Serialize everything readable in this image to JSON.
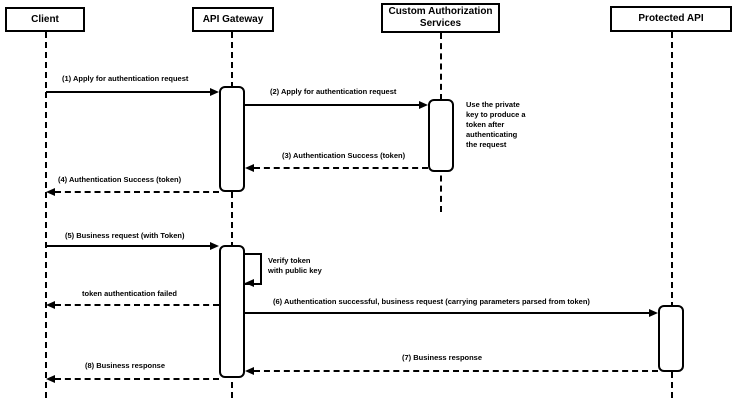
{
  "diagram": {
    "type": "sequence-diagram",
    "colors": {
      "stroke": "#000000",
      "background": "#ffffff",
      "text": "#000000"
    },
    "participants": [
      {
        "label": "Client"
      },
      {
        "label": "API Gateway"
      },
      {
        "label": "Custom Authorization Services"
      },
      {
        "label": "Protected API"
      }
    ],
    "messages": [
      {
        "label": "(1) Apply for authentication request",
        "from": "Client",
        "to": "API Gateway",
        "style": "solid"
      },
      {
        "label": "(2) Apply for authentication request",
        "from": "API Gateway",
        "to": "Custom Authorization Services",
        "style": "solid"
      },
      {
        "label": "(3) Authentication Success (token)",
        "from": "Custom Authorization Services",
        "to": "API Gateway",
        "style": "dashed"
      },
      {
        "label": "(4) Authentication Success (token)",
        "from": "API Gateway",
        "to": "Client",
        "style": "dashed"
      },
      {
        "label": "(5) Business request (with Token)",
        "from": "Client",
        "to": "API Gateway",
        "style": "solid"
      },
      {
        "label": "token authentication failed",
        "from": "API Gateway",
        "to": "Client",
        "style": "dashed"
      },
      {
        "label": "(6) Authentication successful, business request (carrying parameters parsed from token)",
        "from": "API Gateway",
        "to": "Protected API",
        "style": "solid"
      },
      {
        "label": "(7) Business response",
        "from": "Protected API",
        "to": "API Gateway",
        "style": "dashed"
      },
      {
        "label": "(8) Business response",
        "from": "API Gateway",
        "to": "Client",
        "style": "dashed"
      }
    ],
    "self_message": {
      "on": "API Gateway",
      "lines": {
        "0": "Verify token",
        "1": "with public key"
      }
    },
    "note": {
      "beside": "Custom Authorization Services",
      "lines": {
        "0": "Use the private",
        "1": "key to produce a",
        "2": "token after",
        "3": "authenticating",
        "4": "the request"
      }
    }
  }
}
